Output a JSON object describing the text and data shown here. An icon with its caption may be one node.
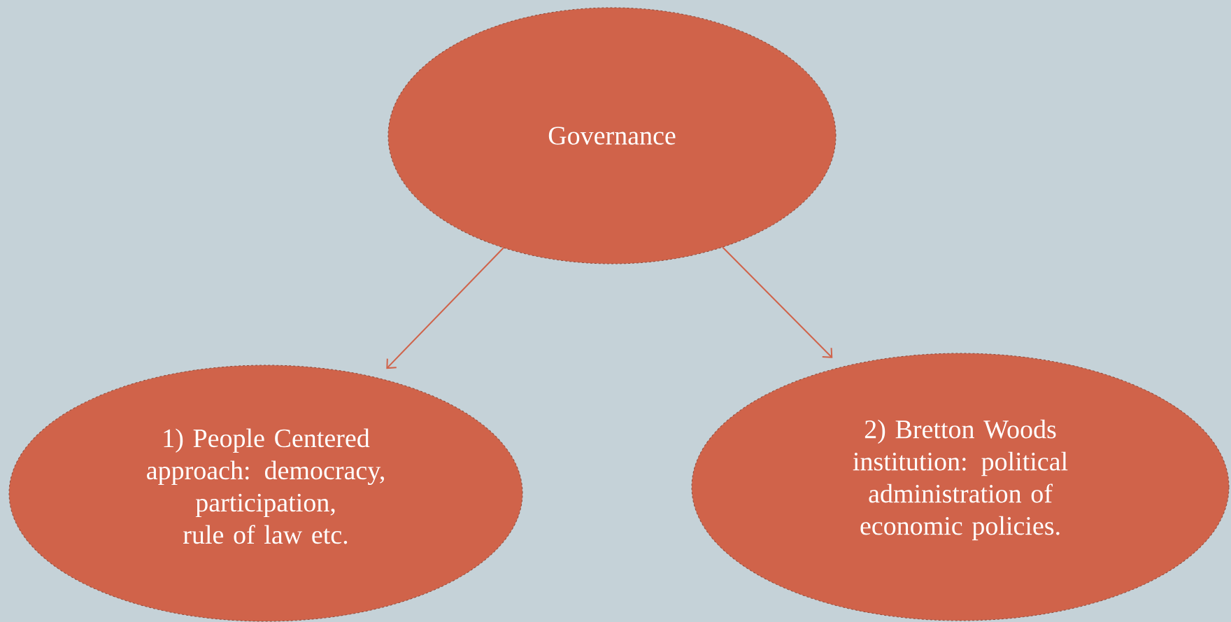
{
  "diagram": {
    "nodes": [
      {
        "text": [
          "Governance"
        ]
      },
      {
        "text": [
          "1) People Centered approach: democracy, participation, rule of law etc."
        ]
      },
      {
        "text": [
          "2) Bretton Woods institution: political administration of economic policies."
        ]
      }
    ],
    "edges": [
      {
        "from": 0,
        "to": 1,
        "arrow": "to"
      },
      {
        "from": 0,
        "to": 2,
        "arrow": "to"
      }
    ]
  }
}
